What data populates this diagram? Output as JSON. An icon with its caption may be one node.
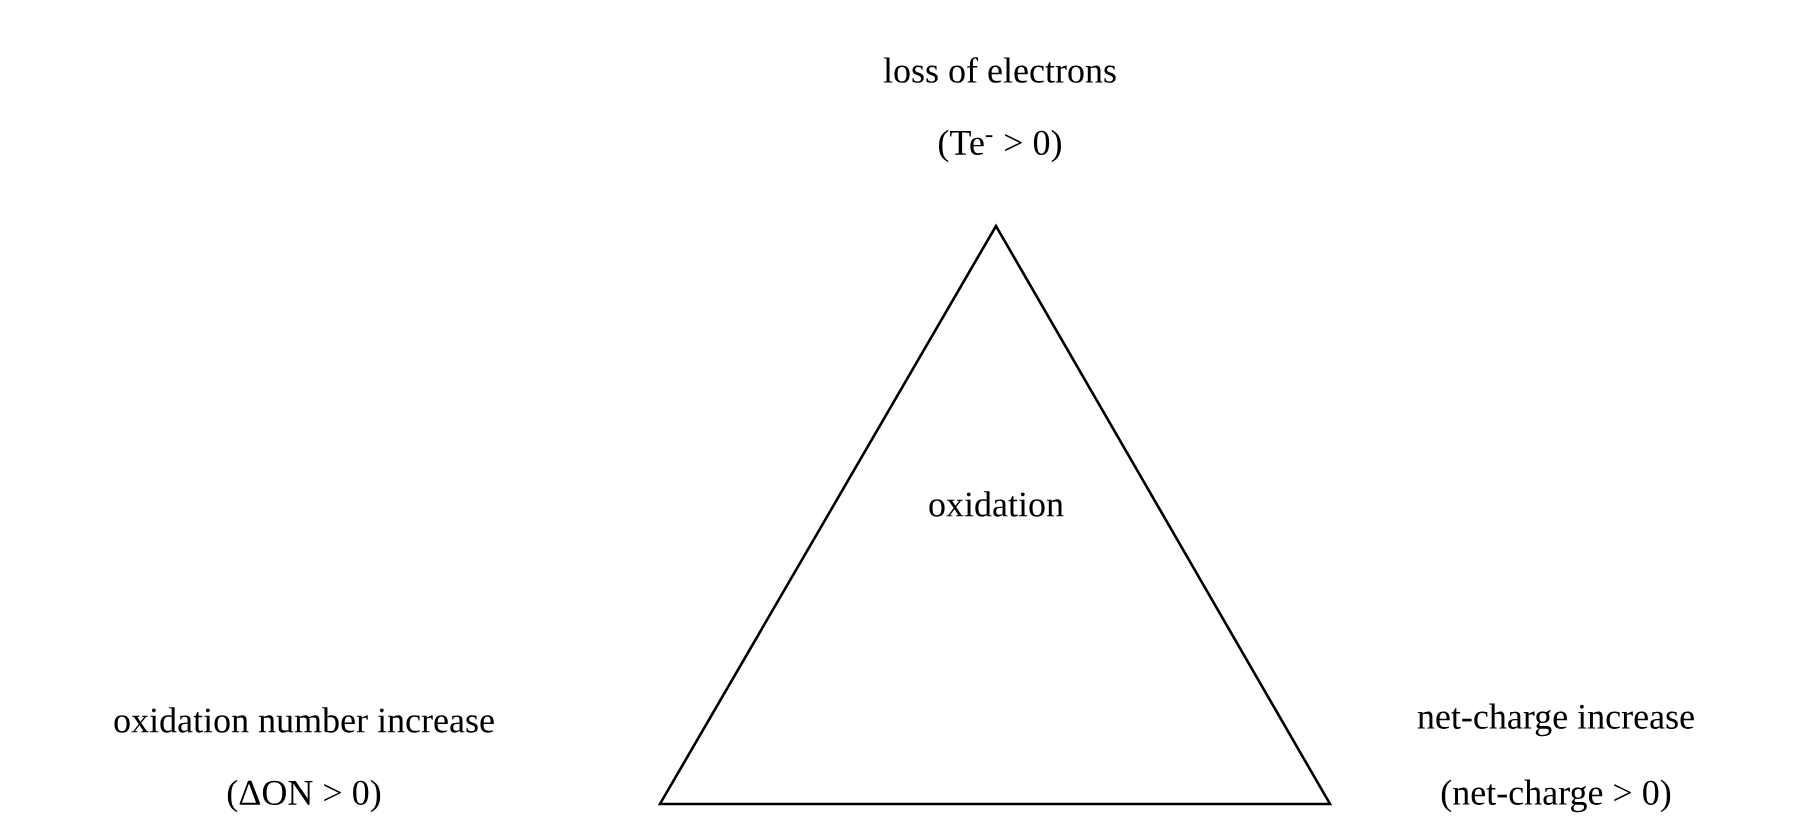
{
  "diagram": {
    "nodes": [
      {
        "text": [
          "oxidation"
        ]
      }
    ],
    "labels": [
      "loss of electrons",
      "(Te$^{-}$ > 0)",
      "oxidation number increase",
      "(ΔON > 0)",
      "net-charge increase",
      "(net-charge > 0)"
    ]
  }
}
